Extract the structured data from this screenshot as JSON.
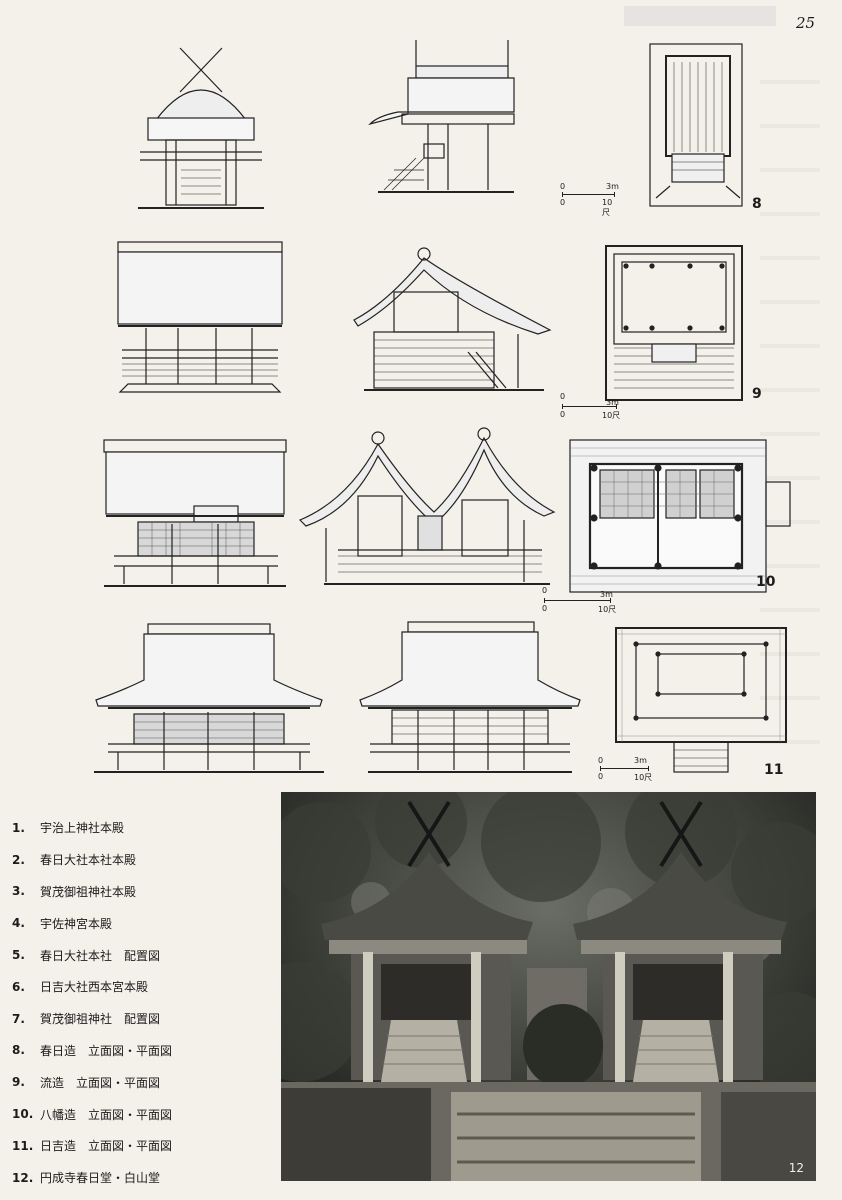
{
  "page": {
    "number": "25"
  },
  "figures": {
    "fig8": {
      "number": "8"
    },
    "fig9": {
      "number": "9"
    },
    "fig10": {
      "number": "10"
    },
    "fig11": {
      "number": "11"
    },
    "fig12": {
      "number": "12"
    }
  },
  "scale": {
    "metric": "3m",
    "shaku": "10尺",
    "zero": "0"
  },
  "captions": [
    {
      "num": "1.",
      "text": "宇治上神社本殿"
    },
    {
      "num": "2.",
      "text": "春日大社本社本殿"
    },
    {
      "num": "3.",
      "text": "賀茂御祖神社本殿"
    },
    {
      "num": "4.",
      "text": "宇佐神宮本殿"
    },
    {
      "num": "5.",
      "text": "春日大社本社　配置図"
    },
    {
      "num": "6.",
      "text": "日吉大社西本宮本殿"
    },
    {
      "num": "7.",
      "text": "賀茂御祖神社　配置図"
    },
    {
      "num": "8.",
      "text": "春日造　立面図・平面図"
    },
    {
      "num": "9.",
      "text": "流造　立面図・平面図"
    },
    {
      "num": "10.",
      "text": "八幡造　立面図・平面図"
    },
    {
      "num": "11.",
      "text": "日吉造　立面図・平面図"
    },
    {
      "num": "12.",
      "text": "円成寺春日堂・白山堂"
    }
  ]
}
